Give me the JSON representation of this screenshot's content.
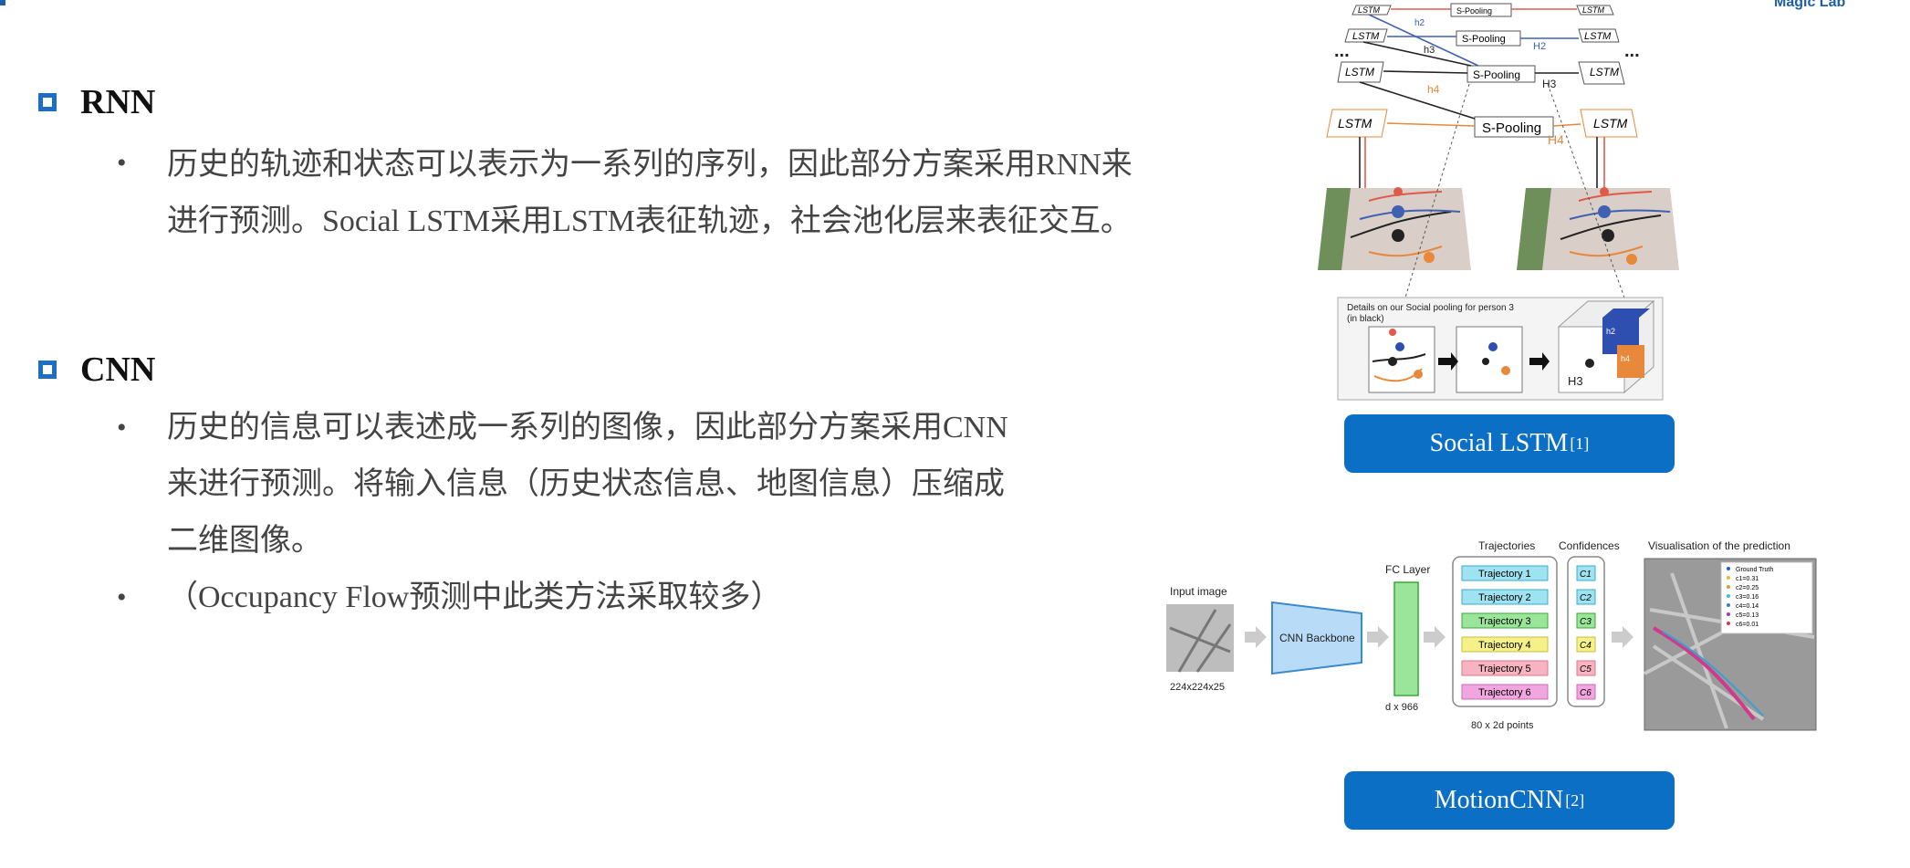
{
  "header": {
    "logo_text": "Magic Lab"
  },
  "rnn": {
    "title": "RNN",
    "bullet1_line1": "历史的轨迹和状态可以表示为一系列的序列，因此部分方案采用RNN来",
    "bullet1_line2": "进行预测。Social LSTM采用LSTM表征轨迹，社会池化层来表征交互。"
  },
  "cnn": {
    "title": "CNN",
    "bullet1_line1": "历史的信息可以表述成一系列的图像，因此部分方案采用CNN",
    "bullet1_line2": "来进行预测。将输入信息（历史状态信息、地图信息）压缩成",
    "bullet1_line3": "二维图像。",
    "bullet2": "（Occupancy Flow预测中此类方法采取较多）"
  },
  "social_lstm_fig": {
    "caption": "Social LSTM",
    "caption_ref": "[1]",
    "lstm_label": "LSTM",
    "pool_label": "S-Pooling",
    "dots": "...",
    "h2": "h2",
    "h3": "h3",
    "h4": "h4",
    "H2": "H2",
    "H3": "H3",
    "H4": "H4",
    "details_line1": "Details on our Social pooling for person 3",
    "details_line2": "(in black)",
    "box_h2": "h2",
    "box_h4": "h4",
    "box_H3": "H3"
  },
  "motioncnn_fig": {
    "caption": "MotionCNN",
    "caption_ref": "[2]",
    "input_title": "Input image",
    "input_dims": "224x224x25",
    "backbone": "CNN Backbone",
    "fc_title": "FC Layer",
    "fc_dims": "d x 966",
    "traj_title": "Trajectories",
    "conf_title": "Confidences",
    "traj_points": "80 x 2d points",
    "trajectories": [
      "Trajectory 1",
      "Trajectory 2",
      "Trajectory 3",
      "Trajectory 4",
      "Trajectory 5",
      "Trajectory 6"
    ],
    "confidences": [
      "C1",
      "C2",
      "C3",
      "C4",
      "C5",
      "C6"
    ],
    "vis_title": "Visualisation of the prediction",
    "legend": [
      "Ground Truth",
      "c1=0.31",
      "c2=0.25",
      "c3=0.16",
      "c4=0.14",
      "c5=0.13",
      "c6=0.01"
    ],
    "colors": {
      "cyan": "#9fe3f0",
      "green": "#9be59b",
      "yellow": "#f5f08a",
      "pink": "#f7b3c2",
      "magenta": "#f2a6e0",
      "blue": "#b8dcf7"
    }
  }
}
